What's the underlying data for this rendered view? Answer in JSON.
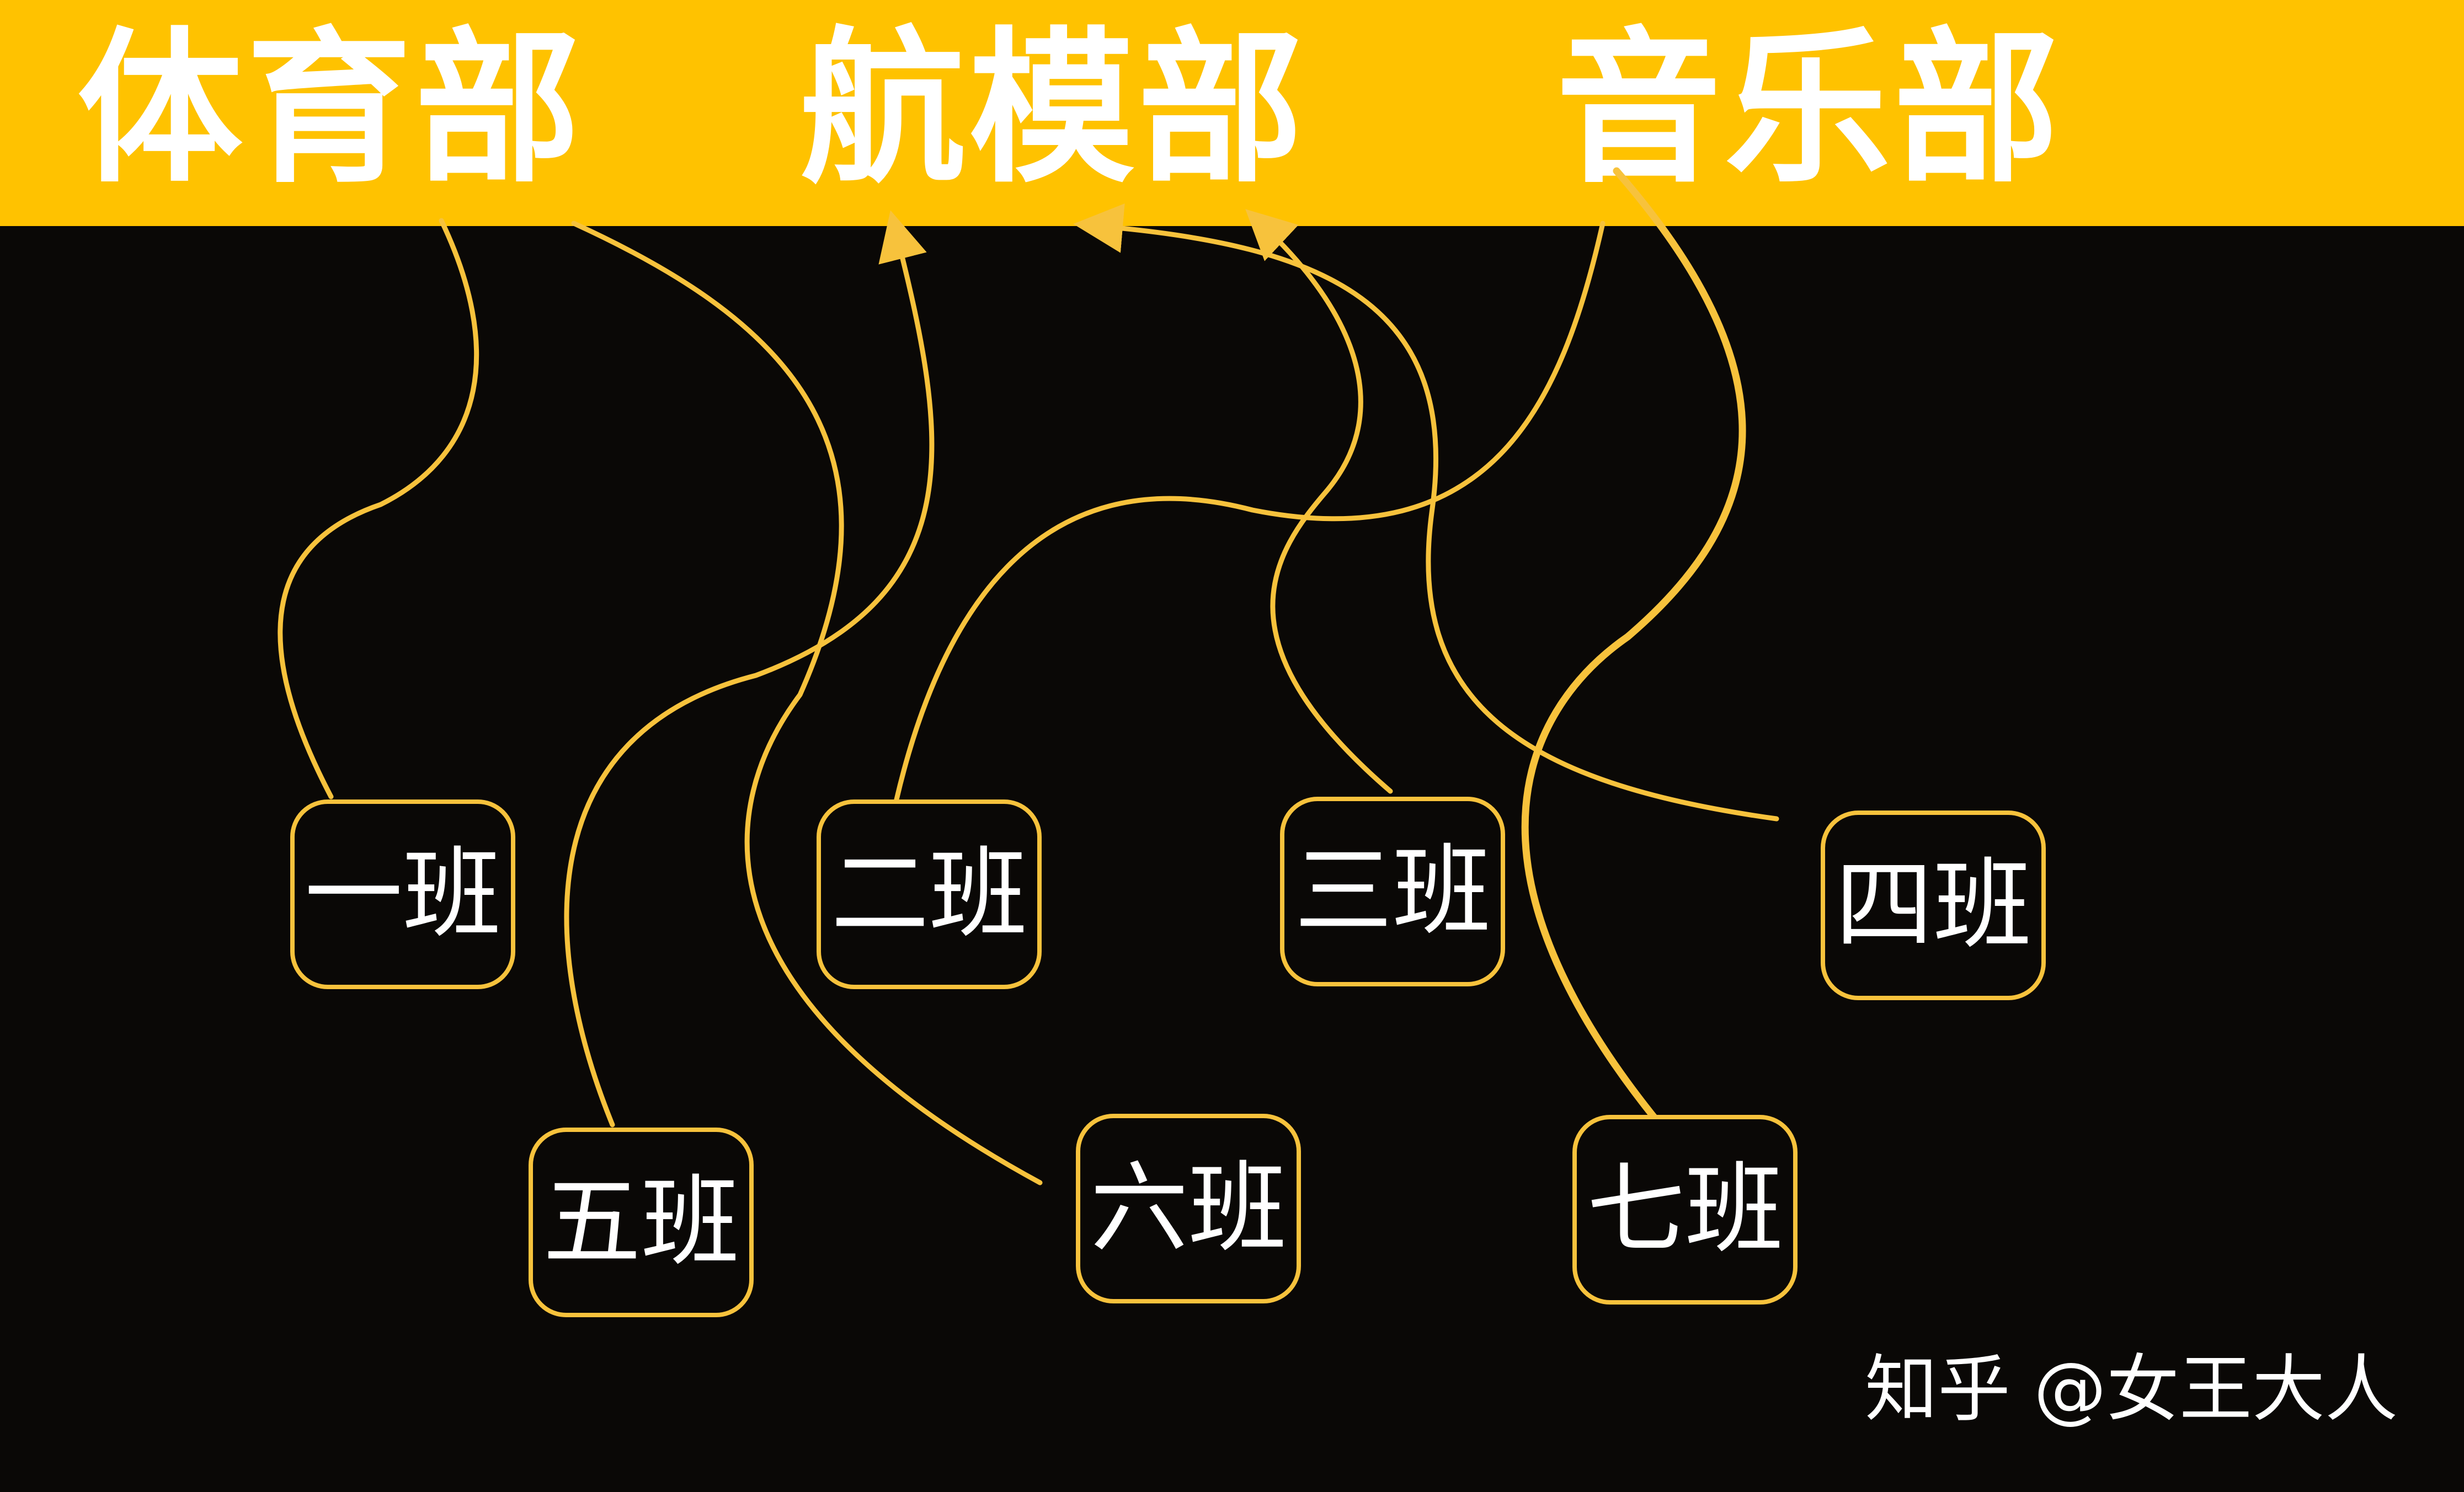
{
  "header": {
    "color": "#ffc200",
    "departments": [
      "体育部",
      "航模部",
      "音乐部"
    ]
  },
  "classes": [
    "一班",
    "二班",
    "三班",
    "四班",
    "五班",
    "六班",
    "七班"
  ],
  "connections": [
    {
      "from": "一班",
      "to": "体育部"
    },
    {
      "from": "五班",
      "to": "航模部"
    },
    {
      "from": "六班",
      "to": "体育部"
    },
    {
      "from": "二班",
      "to": "音乐部"
    },
    {
      "from": "三班",
      "to": "航模部"
    },
    {
      "from": "四班",
      "to": "航模部"
    },
    {
      "from": "七班",
      "to": "音乐部"
    }
  ],
  "link_color": "#f7c23c",
  "watermark": "知乎 @女王大人"
}
